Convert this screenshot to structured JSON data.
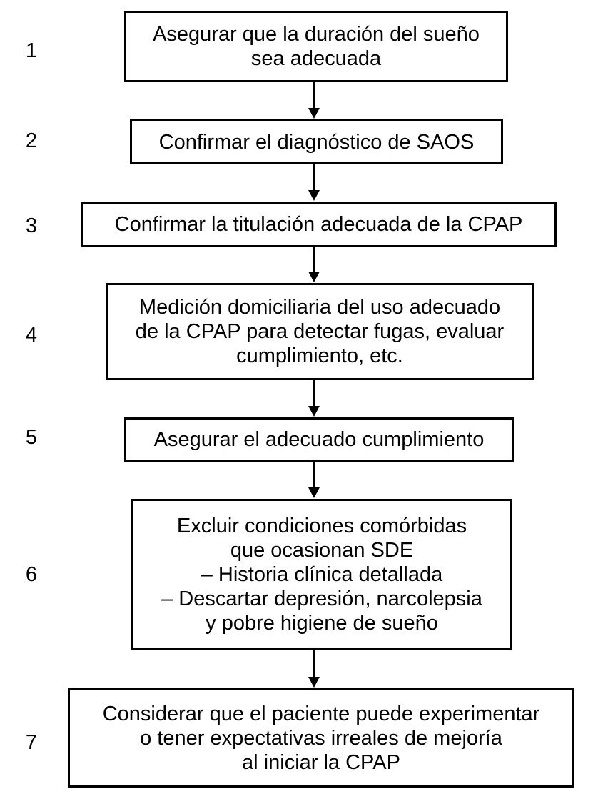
{
  "steps": [
    {
      "number": "1",
      "lines": [
        "Asegurar que la duración del sueño",
        "sea adecuada"
      ]
    },
    {
      "number": "2",
      "lines": [
        "Confirmar el diagnóstico de SAOS"
      ]
    },
    {
      "number": "3",
      "lines": [
        "Confirmar la titulación adecuada de la CPAP"
      ]
    },
    {
      "number": "4",
      "lines": [
        "Medición domiciliaria del uso adecuado",
        "de la CPAP para detectar fugas, evaluar",
        "cumplimiento, etc."
      ]
    },
    {
      "number": "5",
      "lines": [
        "Asegurar el adecuado cumplimiento"
      ]
    },
    {
      "number": "6",
      "lines": [
        "Excluir condiciones comórbidas",
        "que ocasionan SDE",
        "– Historia clínica detallada",
        "– Descartar depresión, narcolepsia",
        "y pobre higiene de sueño"
      ]
    },
    {
      "number": "7",
      "lines": [
        "Considerar que el paciente puede experimentar",
        "o tener expectativas irreales de mejoría",
        "al iniciar la CPAP"
      ]
    }
  ],
  "colors": {
    "line": "#000000",
    "background": "#ffffff"
  }
}
